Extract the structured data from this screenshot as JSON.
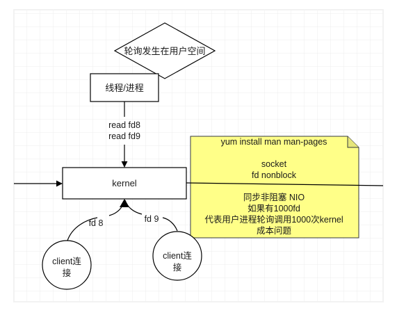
{
  "diagram": {
    "decision_label": "轮询发生在用户空间",
    "process_label": "线程/进程",
    "read_label_line1": "read fd8",
    "read_label_line2": "read fd9",
    "kernel_label": "kernel",
    "fd8_label": "fd 8",
    "fd9_label": "fd 9",
    "client1_line1": "client连",
    "client1_line2": "接",
    "client2_line1": "client连",
    "client2_line2": "接",
    "note": {
      "line1": "yum install man  man-pages",
      "line2": "socket",
      "line3": "fd nonblock",
      "line4": "同步非阻塞    NIO",
      "line5": "如果有1000fd",
      "line6": "代表用户进程轮询调用1000次kernel",
      "line7": "成本问题"
    }
  },
  "colors": {
    "note_fill": "#ffff88",
    "note_stroke": "#36393d",
    "shape_stroke": "#000000",
    "grid": "#eaeaea"
  }
}
